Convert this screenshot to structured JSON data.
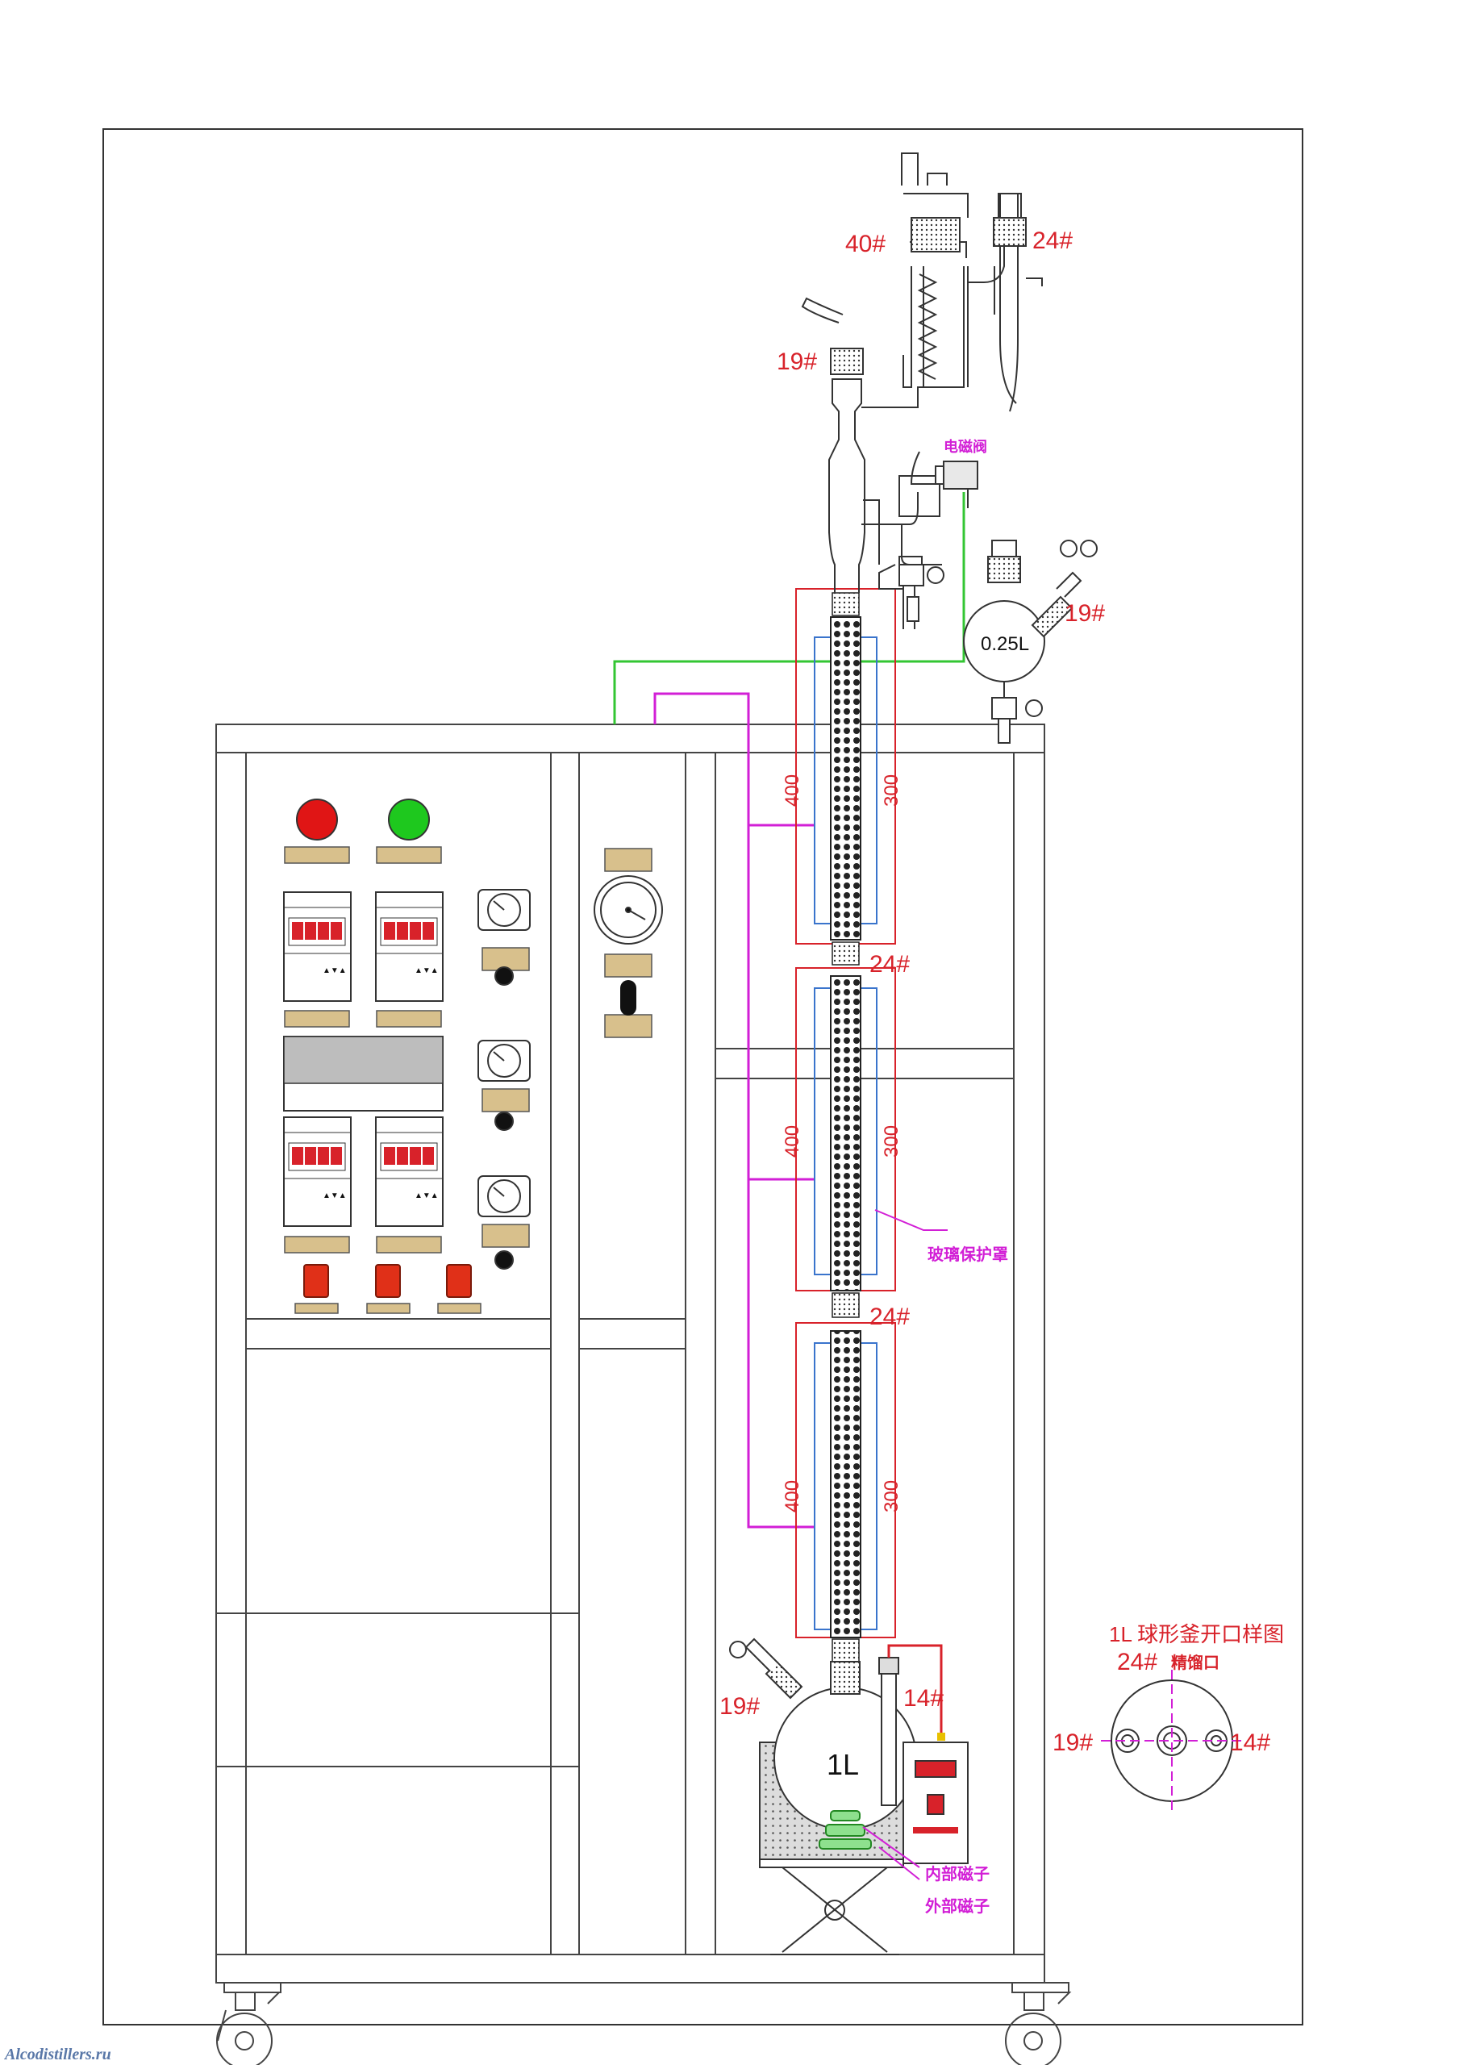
{
  "labels": {
    "joint_40": "40#",
    "joint_24_top": "24#",
    "joint_19_head": "19#",
    "solenoid_valve": "电磁阀",
    "joint_19_receiver": "19#",
    "receiver_volume": "0.25L",
    "joint_24_mid1": "24#",
    "joint_24_mid2": "24#",
    "section_length_outer": [
      "400",
      "400",
      "400"
    ],
    "section_length_inner": [
      "300",
      "300",
      "300"
    ],
    "glass_shield": "玻璃保护罩",
    "joint_19_flask": "19#",
    "joint_14_flask": "14#",
    "flask_volume": "1L",
    "inner_stirrer": "内部磁子",
    "outer_stirrer": "外部磁子",
    "detail_title_line1": "1L 球形釜开口样图",
    "detail_title_line2_size": "24#",
    "detail_title_line2_text": "精馏口",
    "detail_left": "19#",
    "detail_right": "14#"
  },
  "watermark": "Alcodistillers.ru",
  "colors": {
    "label_red": "#d8222a",
    "wire_magenta": "#d21fd6",
    "wire_green": "#33c633",
    "lamp_red": "#e01515",
    "lamp_green": "#1ec81e",
    "name_plate": "#d8c08c",
    "switch_red": "#e03018"
  }
}
